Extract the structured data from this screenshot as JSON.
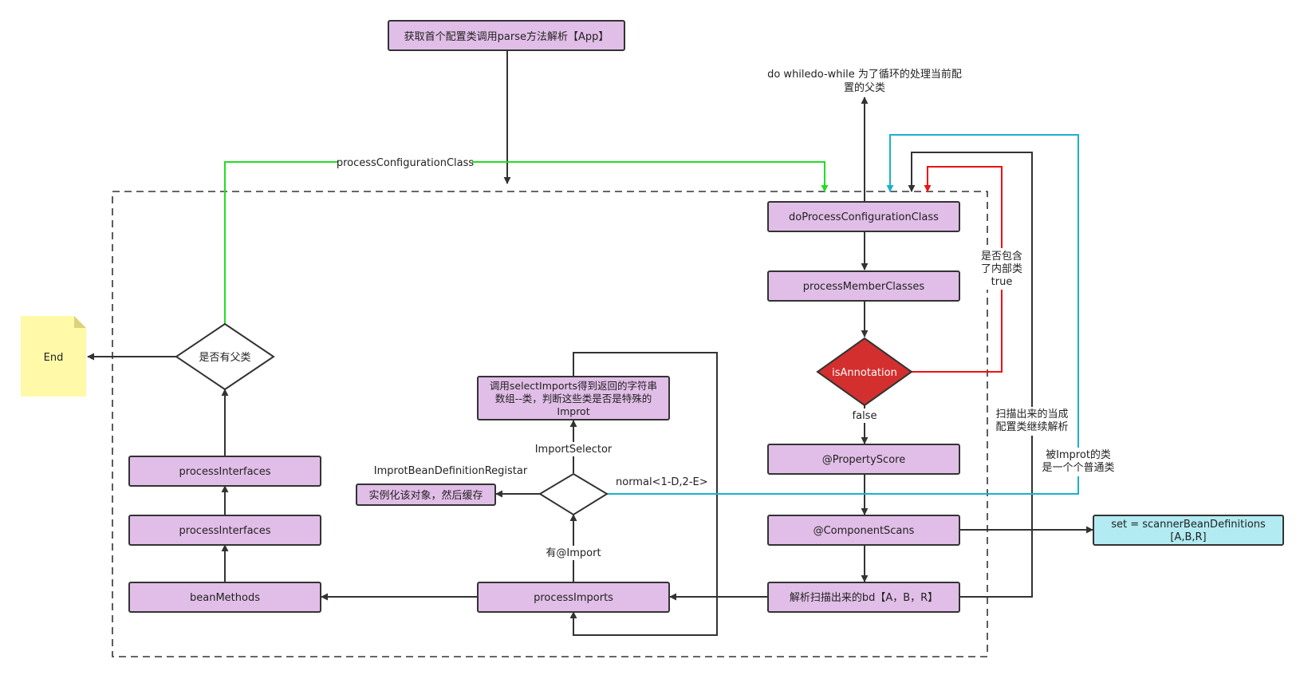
{
  "colors": {
    "node_fill": "#e1bee7",
    "node_stroke": "#333333",
    "decision_red": "#d32f2f",
    "note_yellow": "#fff9a8",
    "result_cyan": "#b2ebf2",
    "line_black": "#333333",
    "line_green": "#22dd22",
    "line_cyan": "#1ab0d0",
    "line_red": "#ee1111"
  },
  "nodes": {
    "start": "获取首个配置类调用parse方法解析【App】",
    "do_process": "doProcessConfigurationClass",
    "member_classes": "processMemberClasses",
    "is_annotation": "isAnnotation",
    "property_score": "@PropertyScore",
    "component_scans": "@ComponentScans",
    "parse_bd": "解析扫描出来的bd【A，B，R】",
    "process_imports": "processImports",
    "bean_methods": "beanMethods",
    "interfaces_lower": "processInterfaces",
    "interfaces_upper": "processInterfaces",
    "has_parent": "是否有父类",
    "end": "End",
    "import_decision": "",
    "instantiate": "实例化该对象，然后缓存",
    "select_imports_line1": "调用selectImports得到返回的字符串",
    "select_imports_line2": "数组--类，判断这些类是否是特殊的",
    "select_imports_line3": "Improt",
    "scanner_line1": "set = scannerBeanDefinitions",
    "scanner_line2": "[A,B,R]"
  },
  "labels": {
    "do_while_line1": "do whiledo-while 为了循环的处理当前配",
    "do_while_line2": "置的父类",
    "process_config_class": "processConfigurationClass",
    "inner_class_line1": "是否包含",
    "inner_class_line2": "了内部类",
    "inner_class_line3": "true",
    "false_label": "false",
    "rescan_line1": "扫描出来的当成",
    "rescan_line2": "配置类继续解析",
    "normal_import_line1": "被Improt的类",
    "normal_import_line2": "是一个个普通类",
    "normal_branch": "normal<1-D,2-E>",
    "import_selector": "ImportSelector",
    "import_registrar": "ImprotBeanDefinitionRegistar",
    "has_import": "有@Import"
  }
}
